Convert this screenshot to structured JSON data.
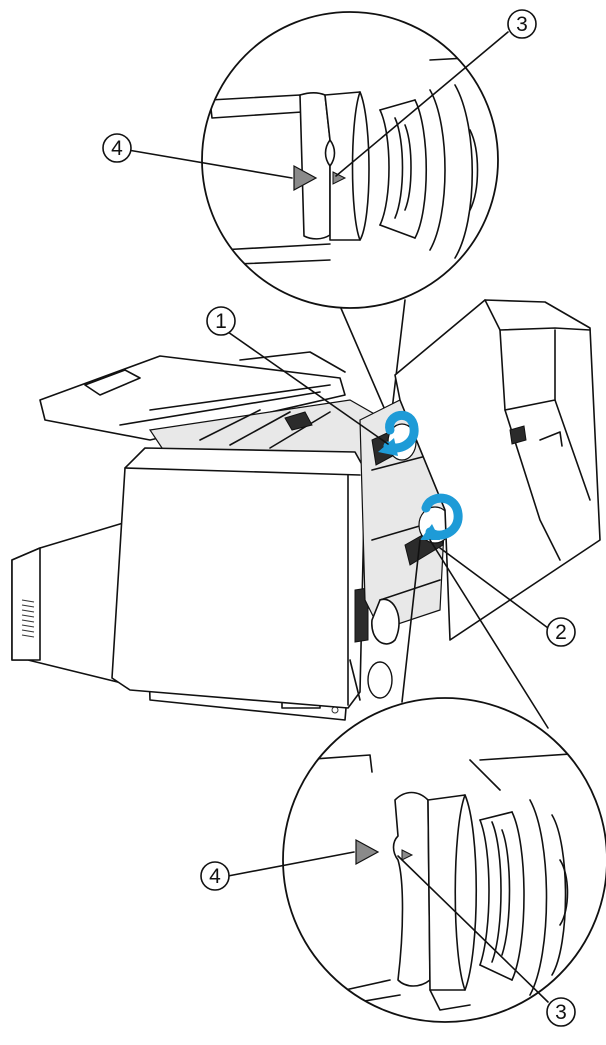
{
  "callouts": [
    {
      "id": "c1",
      "label": "1"
    },
    {
      "id": "c2",
      "label": "2"
    },
    {
      "id": "c3a",
      "label": "3"
    },
    {
      "id": "c4a",
      "label": "4"
    },
    {
      "id": "c3b",
      "label": "3"
    },
    {
      "id": "c4b",
      "label": "4"
    }
  ],
  "colors": {
    "rotation_arrow": "#1e9bd7",
    "marker_triangle": "#8a8a8a",
    "line": "#111111"
  },
  "icons": [
    "rotation-arrow-icon",
    "alignment-triangle-icon"
  ]
}
